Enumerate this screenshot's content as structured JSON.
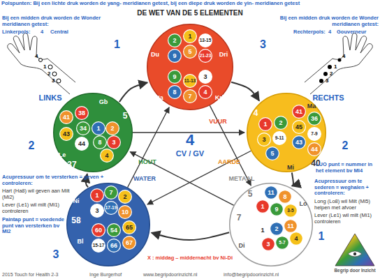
{
  "diagram": {
    "title": "DE WET VAN DE 5 ELEMENTEN",
    "nodes": [
      {
        "text": [
          "Du",
          "Dri",
          "Ha",
          "Kri",
          "VUUR"
        ]
      },
      {
        "text": [
          "2"
        ],
        "in": 0
      },
      {
        "text": [
          "1"
        ],
        "in": 0
      },
      {
        "text": [
          "13-15"
        ],
        "in": 0
      },
      {
        "text": [
          "9"
        ],
        "in": 0
      },
      {
        "text": [
          "5"
        ],
        "in": 0
      },
      {
        "text": [
          "21-23"
        ],
        "in": 0
      },
      {
        "text": [
          "9"
        ],
        "in": 0
      },
      {
        "text": [
          "11-13"
        ],
        "in": 0
      },
      {
        "text": [
          "3"
        ],
        "in": 0
      },
      {
        "text": [
          "8"
        ],
        "in": 0
      },
      {
        "text": [
          "7"
        ],
        "in": 0
      },
      {
        "text": [
          "4"
        ],
        "in": 0
      },
      {
        "text": [
          "Gb",
          "Le",
          "HOUT",
          "5",
          "37"
        ]
      },
      {
        "text": [
          "41"
        ],
        "in": 13
      },
      {
        "text": [
          "38"
        ],
        "in": 13
      },
      {
        "text": [
          "34"
        ],
        "in": 13
      },
      {
        "text": [
          "43"
        ],
        "in": 13
      },
      {
        "text": [
          "44"
        ],
        "in": 13
      },
      {
        "text": [
          "1"
        ],
        "in": 13
      },
      {
        "text": [
          "2"
        ],
        "in": 13
      },
      {
        "text": [
          "3"
        ],
        "in": 13
      },
      {
        "text": [
          "8"
        ],
        "in": 13
      },
      {
        "text": [
          "4"
        ],
        "in": 13
      },
      {
        "text": [
          "Ma",
          "AARDE",
          "Mi",
          "4",
          "40"
        ]
      },
      {
        "text": [
          "41"
        ],
        "in": 24
      },
      {
        "text": [
          "36"
        ],
        "in": 24
      },
      {
        "text": [
          "45"
        ],
        "in": 24
      },
      {
        "text": [
          "7-9"
        ],
        "in": 24
      },
      {
        "text": [
          "43"
        ],
        "in": 24
      },
      {
        "text": [
          "44"
        ],
        "in": 24
      },
      {
        "text": [
          "1"
        ],
        "in": 24
      },
      {
        "text": [
          "2"
        ],
        "in": 24
      },
      {
        "text": [
          "3"
        ],
        "in": 24
      },
      {
        "text": [
          "9-11"
        ],
        "in": 24
      },
      {
        "text": [
          "5"
        ],
        "in": 24
      },
      {
        "text": [
          "WATER",
          "Ni",
          "58",
          "Bl"
        ]
      },
      {
        "text": [
          "1"
        ],
        "in": 36
      },
      {
        "text": [
          "7"
        ],
        "in": 36
      },
      {
        "text": [
          "2"
        ],
        "in": 36
      },
      {
        "text": [
          "3"
        ],
        "in": 36
      },
      {
        "text": [
          "17-19"
        ],
        "in": 36
      },
      {
        "text": [
          "10"
        ],
        "in": 36
      },
      {
        "text": [
          "60"
        ],
        "in": 36
      },
      {
        "text": [
          "54"
        ],
        "in": 36
      },
      {
        "text": [
          "65"
        ],
        "in": 36
      },
      {
        "text": [
          "15-17"
        ],
        "in": 36
      },
      {
        "text": [
          "66"
        ],
        "in": 36
      },
      {
        "text": [
          "67"
        ],
        "in": 36
      },
      {
        "text": [
          "METAAL",
          "Lo",
          "7",
          "5",
          "Di"
        ]
      },
      {
        "text": [
          "11"
        ],
        "in": 49
      },
      {
        "text": [
          "8"
        ],
        "in": 49
      },
      {
        "text": [
          "1"
        ],
        "in": 49
      },
      {
        "text": [
          "9"
        ],
        "in": 49
      },
      {
        "text": [
          "3-5"
        ],
        "in": 49
      },
      {
        "text": [
          "1"
        ],
        "in": 49
      },
      {
        "text": [
          "2"
        ],
        "in": 49
      },
      {
        "text": [
          "11"
        ],
        "in": 49
      },
      {
        "text": [
          "3"
        ],
        "in": 49
      },
      {
        "text": [
          "5-7"
        ],
        "in": 49
      },
      {
        "text": [
          "4"
        ],
        "in": 49
      }
    ],
    "edges": [
      {
        "from": 13,
        "to": 0,
        "arrow": "to"
      },
      {
        "from": 0,
        "to": 24,
        "arrow": "to"
      },
      {
        "from": 24,
        "to": 49,
        "arrow": "to"
      },
      {
        "from": 49,
        "to": 36,
        "arrow": "to"
      },
      {
        "from": 36,
        "to": 13,
        "arrow": "to"
      },
      {
        "from": 0,
        "to": 49,
        "arrow": "to"
      },
      {
        "from": 49,
        "to": 13,
        "arrow": "to"
      },
      {
        "from": 13,
        "to": 24,
        "arrow": "to"
      },
      {
        "from": 24,
        "to": 36,
        "arrow": "to"
      },
      {
        "from": 36,
        "to": 0,
        "arrow": "to"
      }
    ],
    "labels": [
      "Polspunten: Bij een lichte druk worden de yang- meridianen getest, bij een diepe druk worden de yin- meridianen getest",
      "Bij een midden druk worden de Wonder meridianen getest:",
      "Linkerpols:",
      "4",
      "Central",
      "Bij een midden druk worden de Wonder meridianen getest:",
      "Rechterpols:",
      "4",
      "Gouverneur",
      "4",
      "1",
      "2",
      "3",
      "4",
      "1",
      "2",
      "3",
      "1",
      "3",
      "LINKS",
      "RECHTS",
      "2",
      "2",
      "3",
      "1",
      "4",
      "CV / GV",
      "Acupressuur om te versterken = geven + controleren:",
      "Hart (Ha8) wil geven aan Milt (Mi2)",
      "Lever (Le1) wil milt (Mi1) controleren",
      "Paintap punt = voedende punt van versterken bv MI2",
      "LUO punt = nummer in het element bv MI4",
      "Acupressuur om te sederen = weghalen + controleren:",
      "Long (Lo8) wil Milt (Mi5) helpen met afvoer",
      "Lever (Le1) wil milt (Mi1) controleren",
      "X : middag – middernacht bv Ni-Di",
      "2015 Touch for Health 2-3",
      "Inge Burgerhof",
      "www.begripdoorinzicht.nl",
      "info@begripdoorinzicht.nl",
      "Begrip door Inzicht"
    ]
  }
}
